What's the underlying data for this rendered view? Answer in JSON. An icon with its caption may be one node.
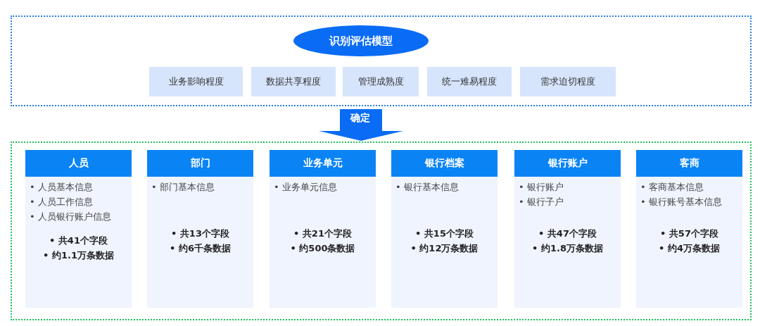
{
  "diagram": {
    "nodes": [
      {
        "text": [],
        "shape": "box"
      },
      {
        "text": [
          "识别评估模型"
        ],
        "in": 0
      },
      {
        "text": [
          "业务影响程度"
        ],
        "in": 0
      },
      {
        "text": [
          "数据共享程度"
        ],
        "in": 0
      },
      {
        "text": [
          "管理成熟度"
        ],
        "in": 0
      },
      {
        "text": [
          "统一难易程度"
        ],
        "in": 0
      },
      {
        "text": [
          "需求迫切程度"
        ],
        "in": 0
      },
      {
        "text": [],
        "shape": "box"
      },
      {
        "text": [
          "人员",
          "• 人员基本信息",
          "• 人员工作信息",
          "• 人员银行账户信息",
          "• 共41个字段",
          "• 约1.1万条数据"
        ],
        "in": 7
      },
      {
        "text": [
          "部门",
          "• 部门基本信息",
          "• 共13个字段",
          "• 约6千条数据"
        ],
        "in": 7
      },
      {
        "text": [
          "业务单元",
          "• 业务单元信息",
          "• 共21个字段",
          "• 约500条数据"
        ],
        "in": 7
      },
      {
        "text": [
          "银行档案",
          "• 银行基本信息",
          "• 共15个字段",
          "• 约12万条数据"
        ],
        "in": 7
      },
      {
        "text": [
          "银行账户",
          "• 银行账户",
          "• 银行子户",
          "• 共47个字段",
          "• 约1.8万条数据"
        ],
        "in": 7
      },
      {
        "text": [
          "客商",
          "• 客商基本信息",
          "• 银行账号基本信息",
          "• 共57个字段",
          "• 约4万条数据"
        ],
        "in": 7
      }
    ],
    "edges": [
      {
        "from": 0,
        "to": 7,
        "arrow": "to",
        "label": "确定"
      }
    ]
  }
}
